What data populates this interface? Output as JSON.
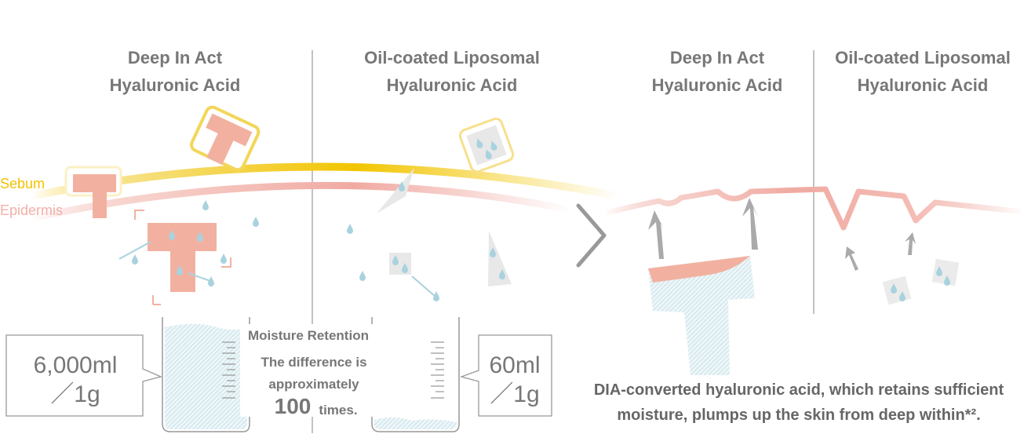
{
  "panels": [
    {
      "title_line1": "Deep In Act",
      "title_line2": "Hyaluronic Acid"
    },
    {
      "title_line1": "Oil-coated Liposomal",
      "title_line2": "Hyaluronic Acid"
    },
    {
      "title_line1": "Deep In Act",
      "title_line2": "Hyaluronic Acid"
    },
    {
      "title_line1": "Oil-coated Liposomal",
      "title_line2": "Hyaluronic Acid"
    }
  ],
  "layers": {
    "sebum": "Sebum",
    "epidermis": "Epidermis"
  },
  "retention": {
    "left_amount": "6,000ml",
    "left_unit": "／1g",
    "right_amount": "60ml",
    "right_unit": "／1g",
    "heading": "Moisture Retention",
    "line1": "The difference is",
    "line2": "approximately",
    "number": "100",
    "suffix": "times."
  },
  "caption": {
    "line1": "DIA-converted hyaluronic acid, which retains sufficient",
    "line2": "moisture, plumps up the skin from deep within*²."
  },
  "colors": {
    "sebum": "#f2c500",
    "epidermis": "#f0aaa2",
    "t_shape": "#f2b1a0",
    "water": "#a9d2de",
    "text": "#777777"
  }
}
